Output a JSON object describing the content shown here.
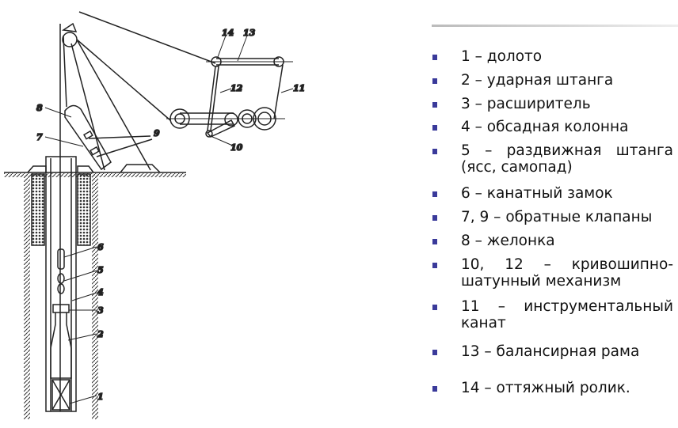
{
  "diagram_labels": {
    "l1": "1",
    "l2": "2",
    "l3": "3",
    "l4": "4",
    "l5": "5",
    "l6": "6",
    "l7": "7",
    "l8": "8",
    "l9": "9",
    "l10": "10",
    "l11": "11",
    "l12": "12",
    "l13": "13",
    "l14": "14"
  },
  "legend": [
    "1 – долото",
    "2 – ударная штанга",
    "3 – расширитель",
    "4 – обсадная колонна",
    "5 – раздвижная штанга (ясс, самопад)",
    "6 – канатный замок",
    "7, 9 – обратные клапаны",
    "8 – желонка",
    "10, 12 – кривошипно-шатунный механизм",
    "11 – инструментальный канат",
    "13 – балансирная рама",
    "14 – оттяжный ролик."
  ],
  "colors": {
    "bullet": "#3a3a9a",
    "line": "#222222"
  }
}
